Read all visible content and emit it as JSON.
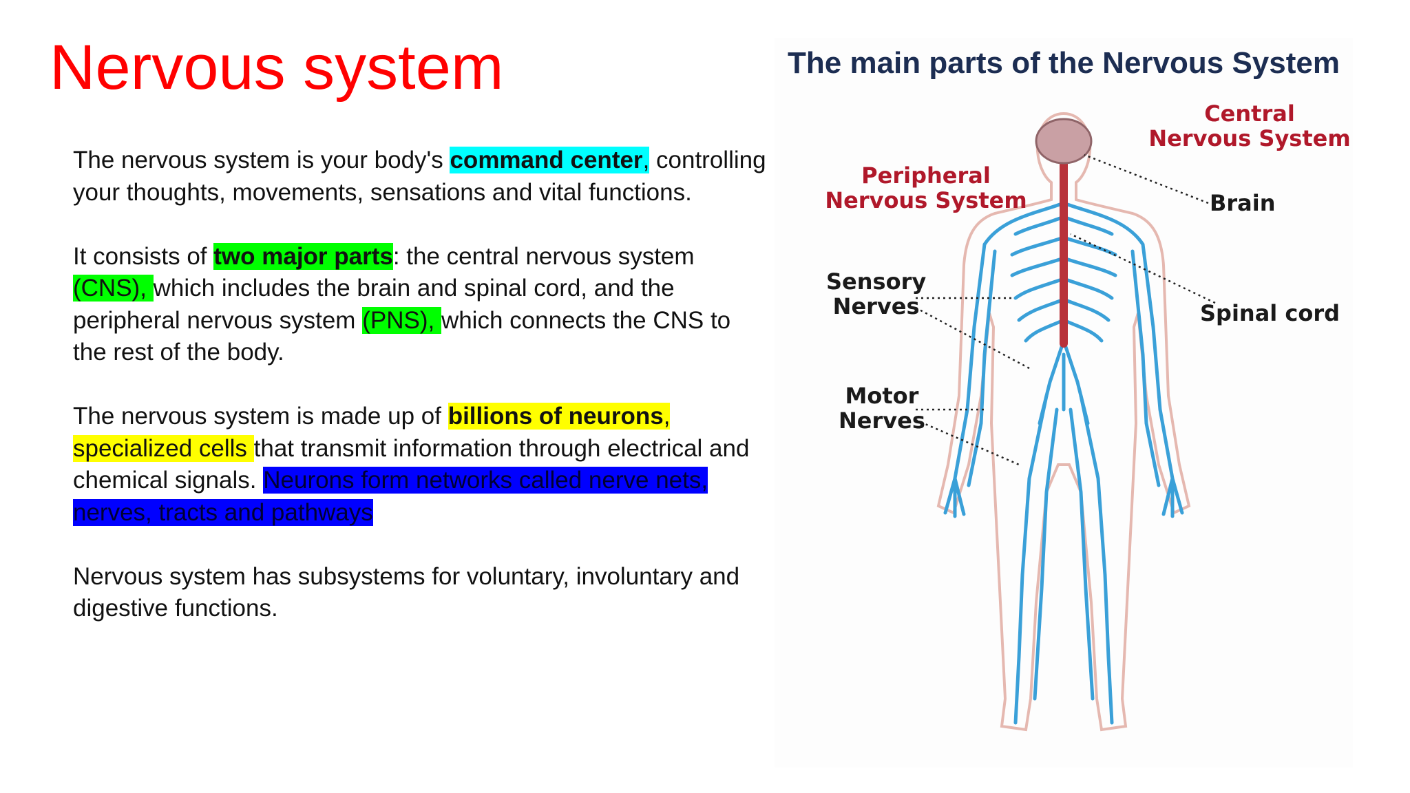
{
  "title": "Nervous system",
  "paragraphs": {
    "p1": {
      "a": "The nervous system is your body's ",
      "b": "command center",
      "c": ",",
      "d": " controlling your thoughts, movements, sensations and vital functions."
    },
    "p2": {
      "a": "It consists of ",
      "b": "two major parts",
      "c": ": the central nervous system ",
      "d": "(CNS), ",
      "e": "which includes the brain and spinal cord, and the peripheral nervous system ",
      "f": "(PNS), ",
      "g": "which connects the CNS to the rest of the body."
    },
    "p3": {
      "a": "The nervous system is made up of ",
      "b": "billions of neurons",
      "c": ", specialized cells ",
      "d": "that transmit information through electrical and chemical signals. ",
      "e": "Neurons form networks called nerve nets, nerves, tracts and pathways"
    },
    "p4": "Nervous system has subsystems for voluntary, involuntary and digestive functions."
  },
  "highlight_colors": {
    "cyan": "#00ffff",
    "green": "#00ff00",
    "yellow": "#ffff00",
    "blue": "#0000ff"
  },
  "figure": {
    "title": "The main parts of the Nervous System",
    "labels": {
      "central_line1": "Central",
      "central_line2": "Nervous System",
      "peripheral_line1": "Peripheral",
      "peripheral_line2": "Nervous System",
      "brain": "Brain",
      "spinal_cord": "Spinal cord",
      "sensory_line1": "Sensory",
      "sensory_line2": "Nerves",
      "motor_line1": "Motor",
      "motor_line2": "Nerves"
    },
    "colors": {
      "title": "#1c2d52",
      "label_red": "#b0182a",
      "nerves": "#3aa0d8",
      "spinal_cord": "#b8323a",
      "brain": "#c9a0a4",
      "outline": "#e5b8b0"
    }
  }
}
